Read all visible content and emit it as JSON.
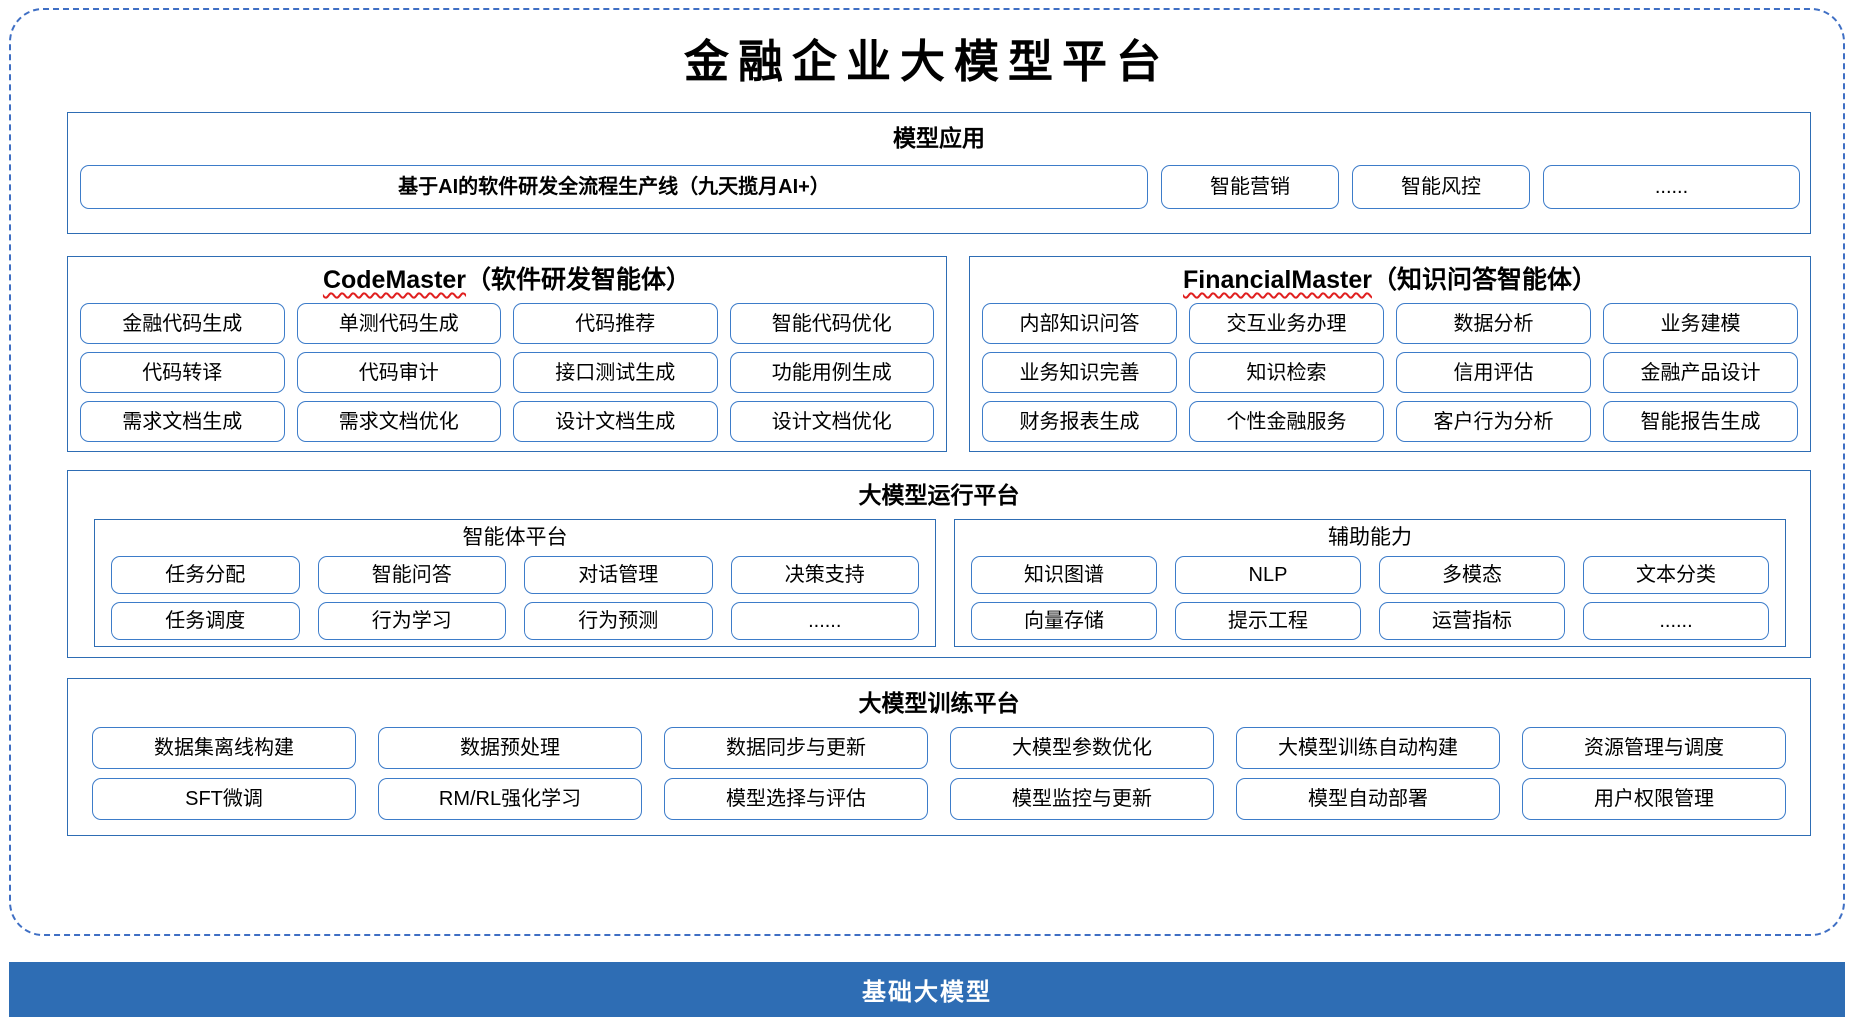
{
  "page": {
    "title": "金融企业大模型平台"
  },
  "applications": {
    "section_title": "模型应用",
    "items": [
      {
        "label": "基于AI的软件研发全流程生产线（九天揽月AI+）",
        "style": "wide"
      },
      {
        "label": "智能营销",
        "style": "small"
      },
      {
        "label": "智能风控",
        "style": "small"
      },
      {
        "label": "......",
        "style": "dots"
      }
    ]
  },
  "agents": [
    {
      "name_en": "CodeMaster",
      "name_cn": "（软件研发智能体）",
      "misspelled": true,
      "rows": [
        [
          "金融代码生成",
          "单测代码生成",
          "代码推荐",
          "智能代码优化"
        ],
        [
          "代码转译",
          "代码审计",
          "接口测试生成",
          "功能用例生成"
        ],
        [
          "需求文档生成",
          "需求文档优化",
          "设计文档生成",
          "设计文档优化"
        ]
      ]
    },
    {
      "name_en": "FinancialMaster",
      "name_cn": "（知识问答智能体）",
      "misspelled": true,
      "rows": [
        [
          "内部知识问答",
          "交互业务办理",
          "数据分析",
          "业务建模"
        ],
        [
          "业务知识完善",
          "知识检索",
          "信用评估",
          "金融产品设计"
        ],
        [
          "财务报表生成",
          "个性金融服务",
          "客户行为分析",
          "智能报告生成"
        ]
      ]
    }
  ],
  "runtime": {
    "section_title": "大模型运行平台",
    "panels": [
      {
        "title": "智能体平台",
        "rows": [
          [
            "任务分配",
            "智能问答",
            "对话管理",
            "决策支持"
          ],
          [
            "任务调度",
            "行为学习",
            "行为预测",
            "......"
          ]
        ]
      },
      {
        "title": "辅助能力",
        "rows": [
          [
            "知识图谱",
            "NLP",
            "多模态",
            "文本分类"
          ],
          [
            "向量存储",
            "提示工程",
            "运营指标",
            "......"
          ]
        ]
      }
    ]
  },
  "training": {
    "section_title": "大模型训练平台",
    "rows": [
      [
        "数据集离线构建",
        "数据预处理",
        "数据同步与更新",
        "大模型参数优化",
        "大模型训练自动构建",
        "资源管理与调度"
      ],
      [
        "SFT微调",
        "RM/RL强化学习",
        "模型选择与评估",
        "模型监控与更新",
        "模型自动部署",
        "用户权限管理"
      ]
    ]
  },
  "banner": {
    "label": "基础大模型"
  },
  "colors": {
    "frame_border": "#3f6fc4",
    "section_border": "#2e6db4",
    "chip_border": "#3d7cc9",
    "banner_bg": "#2e6db4",
    "banner_text": "#ffffff",
    "spellcheck_underline": "#e02020"
  }
}
